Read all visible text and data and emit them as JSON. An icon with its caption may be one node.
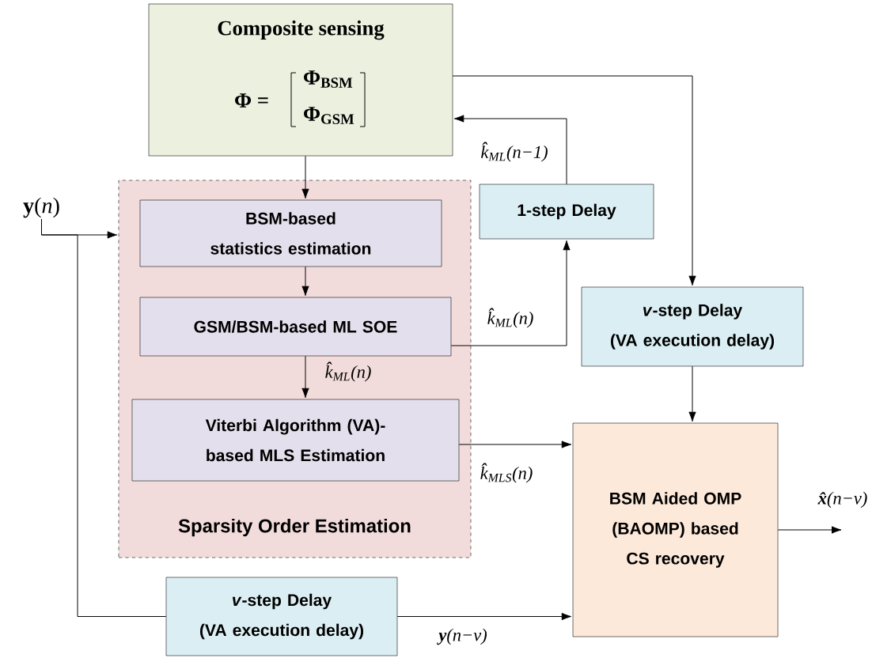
{
  "diagram": {
    "nodes": [
      {
        "text": [
          "Composite sensing",
          "Φ =",
          "Φ$_{BSM}$",
          "Φ$_{GSM}$"
        ]
      },
      {
        "text": [
          "Sparsity Order Estimation"
        ]
      },
      {
        "text": [
          "BSM-based statistics estimation"
        ],
        "in": 1
      },
      {
        "text": [
          "GSM/BSM-based ML SOE"
        ],
        "in": 1
      },
      {
        "text": [
          "Viterbi Algorithm (VA)-based MLS Estimation"
        ],
        "in": 1
      },
      {
        "text": [
          "1-step Delay"
        ]
      },
      {
        "text": [
          "*v*-step Delay",
          "(VA execution delay)"
        ]
      },
      {
        "text": [
          "BSM Aided OMP (BAOMP) based CS recovery"
        ]
      },
      {
        "text": [
          "*v*-step Delay",
          "(VA execution delay)"
        ]
      },
      {
        "text": [
          "**y**(*n*)"
        ]
      }
    ],
    "edges": [
      {
        "from": 0,
        "to": 2,
        "arrow": "to"
      },
      {
        "from": 2,
        "to": 3,
        "arrow": "to"
      },
      {
        "from": 3,
        "to": 4,
        "arrow": "to",
        "label": "k̂$_{ML}$(n)"
      },
      {
        "from": 3,
        "to": 5,
        "arrow": "to",
        "label": "k̂$_{ML}$(n)"
      },
      {
        "from": 5,
        "to": 0,
        "arrow": "to",
        "label": "k̂$_{ML}$(n−1)"
      },
      {
        "from": 0,
        "to": 6,
        "arrow": "to"
      },
      {
        "from": 6,
        "to": 7,
        "arrow": "to"
      },
      {
        "from": 4,
        "to": 7,
        "arrow": "to",
        "label": "k̂$_{MLS}$(n)"
      },
      {
        "from": 9,
        "to": 1,
        "arrow": "to"
      },
      {
        "from": 9,
        "to": 8,
        "arrow": "none"
      },
      {
        "from": 8,
        "to": 7,
        "arrow": "to",
        "label": "**y**(n−v)"
      },
      {
        "from": 7,
        "to": null,
        "arrow": "to",
        "label": "**x̂**(n−v)"
      }
    ]
  }
}
